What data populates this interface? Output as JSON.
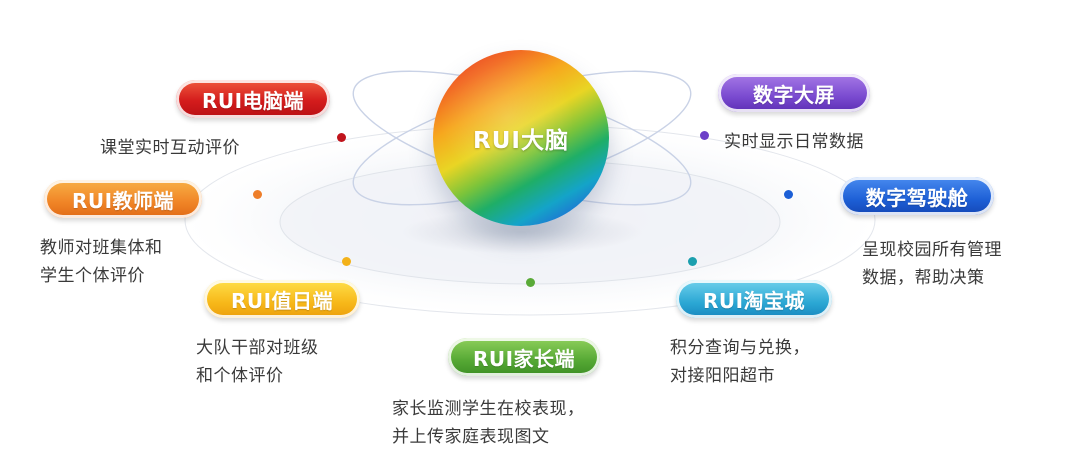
{
  "center": {
    "label": "RUI大脑"
  },
  "nodes": [
    {
      "id": "pc",
      "label": "RUI电脑端",
      "desc": "课堂实时互动评价",
      "color": "red",
      "dot_color": "#c0141c"
    },
    {
      "id": "teacher",
      "label": "RUI教师端",
      "desc": "教师对班集体和\n学生个体评价",
      "color": "orange",
      "dot_color": "#ee7e2a"
    },
    {
      "id": "duty",
      "label": "RUI值日端",
      "desc": "大队干部对班级\n和个体评价",
      "color": "yellow",
      "dot_color": "#f3b21a"
    },
    {
      "id": "parent",
      "label": "RUI家长端",
      "desc": "家长监测学生在校表现，\n并上传家庭表现图文",
      "color": "green",
      "dot_color": "#5aaa38"
    },
    {
      "id": "taobao",
      "label": "RUI淘宝城",
      "desc": "积分查询与兑换，\n对接阳阳超市",
      "color": "teal",
      "dot_color": "#1b9fae"
    },
    {
      "id": "cockpit",
      "label": "数字驾驶舱",
      "desc": "呈现校园所有管理\n数据，帮助决策",
      "color": "blue",
      "dot_color": "#1c5fd6"
    },
    {
      "id": "bigscreen",
      "label": "数字大屏",
      "desc": "实时显示日常数据",
      "color": "purple",
      "dot_color": "#6d40c8"
    }
  ]
}
